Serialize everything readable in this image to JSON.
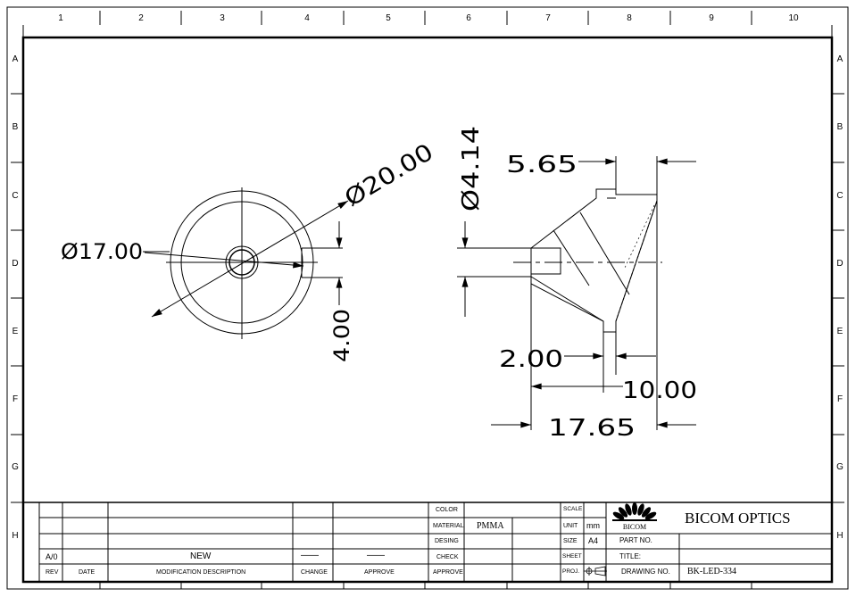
{
  "border": {
    "columns": [
      "1",
      "2",
      "3",
      "4",
      "5",
      "6",
      "7",
      "8",
      "9",
      "10"
    ],
    "rows": [
      "A",
      "B",
      "C",
      "D",
      "E",
      "F",
      "G",
      "H"
    ]
  },
  "dimensions": {
    "outer_dia": "Ø20.00",
    "inner_dia": "Ø17.00",
    "slot": "4.00",
    "hole_dia": "Ø4.14",
    "top_width": "5.65",
    "step": "2.00",
    "mid_width": "10.00",
    "overall_width": "17.65"
  },
  "title_block": {
    "revisions": {
      "rev_value": "A/0",
      "description_value": "NEW",
      "change_value": "——",
      "approve_value": "——",
      "headers": {
        "rev": "REV",
        "date": "DATE",
        "description": "MODIFICATION DESCRIPTION",
        "change": "CHANGE",
        "approve": "APPROVE"
      }
    },
    "info": {
      "color_label": "COLOR",
      "material_label": "MATERIAL",
      "material_value": "PMMA",
      "desing_label": "DESING",
      "check_label": "CHECK",
      "approve_label": "APPROVE"
    },
    "meta": {
      "scale_label": "SCALE",
      "unit_label": "UNIT",
      "unit_value": "mm",
      "size_label": "SIZE",
      "size_value": "A4",
      "sheet_label": "SHEET",
      "proj_label": "PROJ."
    },
    "company": {
      "logo_text": "BICOM",
      "name": "BICOM OPTICS",
      "part_no_label": "PART NO.",
      "title_label": "TITLE:",
      "drawing_no_label": "DRAWING NO.",
      "drawing_no_value": "BK-LED-334"
    }
  }
}
